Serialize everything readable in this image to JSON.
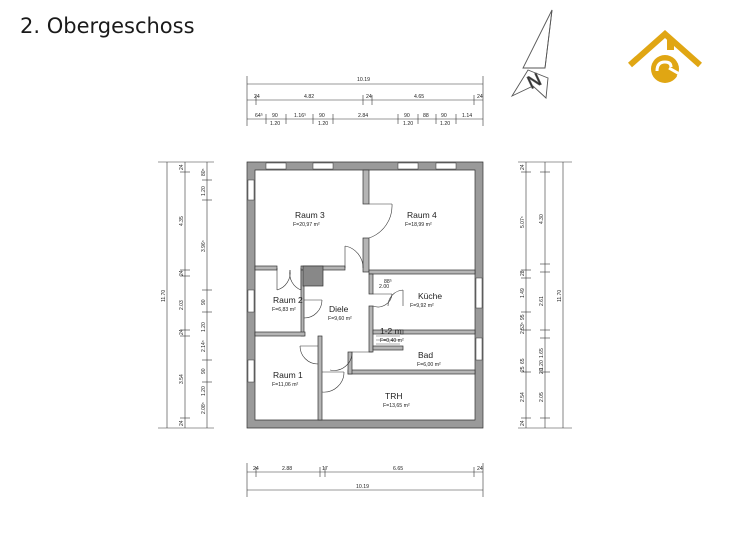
{
  "title": "2. Obergeschoss",
  "logo": {
    "name": "house-logo-icon",
    "color": "#e0a613"
  },
  "north_arrow": {
    "name": "north-arrow-icon",
    "letter": "N"
  },
  "rooms": [
    {
      "id": "raum3",
      "name": "Raum 3",
      "area": "F=20,97 m²"
    },
    {
      "id": "raum4",
      "name": "Raum 4",
      "area": "F=18,99 m²"
    },
    {
      "id": "raum2",
      "name": "Raum 2",
      "area": "F=6,83 m²"
    },
    {
      "id": "diele",
      "name": "Diele",
      "area": "F=9,60 m²"
    },
    {
      "id": "kueche",
      "name": "Küche",
      "area": "F=9,92 m²"
    },
    {
      "id": "flur",
      "name": "1-2 m",
      "area": "F=0,40 m²"
    },
    {
      "id": "bad",
      "name": "Bad",
      "area": "F=6,00 m²"
    },
    {
      "id": "raum1",
      "name": "Raum 1",
      "area": "F=11,06 m²"
    },
    {
      "id": "trh",
      "name": "TRH",
      "area": "F=13,65 m²"
    }
  ],
  "dimensions": {
    "top_total": "10.19",
    "top_row1": [
      "24",
      "4.82",
      "24",
      "4.65",
      "24"
    ],
    "top_row2": [
      "64⁵",
      "90",
      "1.16⁵",
      "90",
      "2.84",
      "90",
      "88",
      "90",
      "1.14"
    ],
    "top_row3": [
      "1.20",
      "1.20",
      "1.20",
      "1.20"
    ],
    "bottom_row": [
      "24",
      "2.88",
      "17",
      "6.65",
      "24"
    ],
    "bottom_total": "10.19",
    "left_total": "11.70",
    "left_outer": [
      "24",
      "4.35",
      "24",
      "2.03",
      "24",
      "3.54",
      "24"
    ],
    "left_inner": [
      "80⁵",
      "1.20",
      "3.96⁵",
      "90",
      "1.20",
      "2.14⁵",
      "90",
      "1.20",
      "2.08⁵"
    ],
    "right_total": "11.70",
    "right_outer": [
      "24",
      "5.07⁵",
      "28",
      "1.49",
      "95",
      "2.53⁵",
      "25",
      "2.54",
      "24"
    ],
    "right_inner": [
      "4.30",
      "2.61",
      "1.65",
      "1.20",
      "2.05"
    ],
    "right_misc": [
      "65",
      "20"
    ],
    "small_label": "2.00",
    "small_label2": "88⁵"
  }
}
